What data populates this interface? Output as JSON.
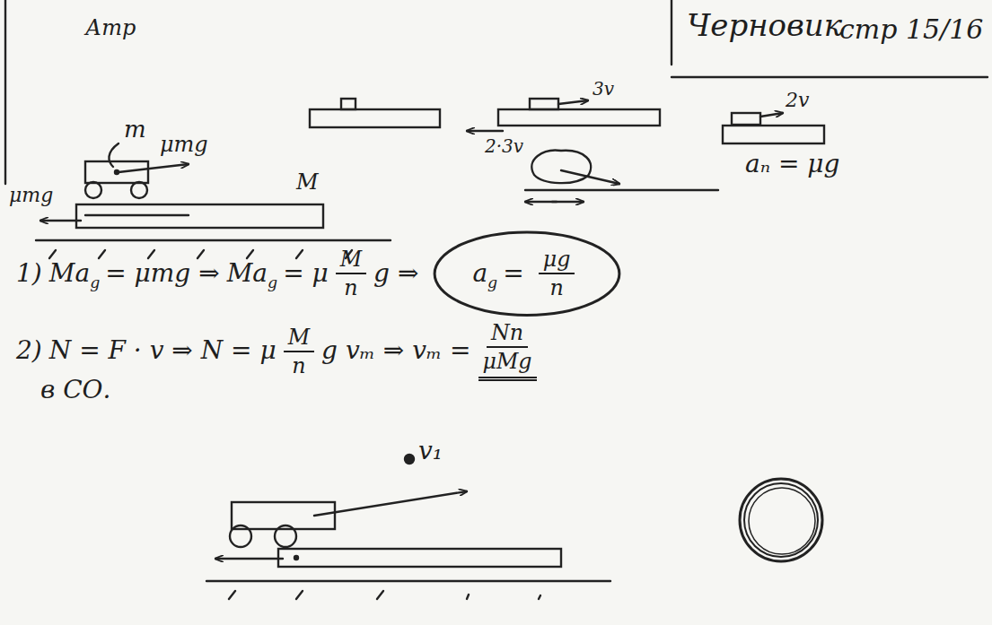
{
  "diagram": {
    "nodes": [
      {
        "text": [
          "a",
          "g",
          "=",
          "μg",
          "n"
        ]
      }
    ],
    "labels": [
      "Атр",
      "Черновик",
      "стр 15/16",
      "m",
      "μmg",
      "μmg",
      "M",
      "3v",
      "2·3v",
      "2v",
      "aₙ = μg",
      "1)",
      "Ma",
      "g",
      "= μmg ⇒",
      "Ma",
      "g",
      "= μ",
      "M",
      "n",
      "g ⇒",
      "2)",
      "N = F · v ⇒ N = μ",
      "M",
      "n",
      "g vₘ ⇒ vₘ =",
      "Nn",
      "μMg",
      "в СО.",
      "v₁"
    ]
  }
}
